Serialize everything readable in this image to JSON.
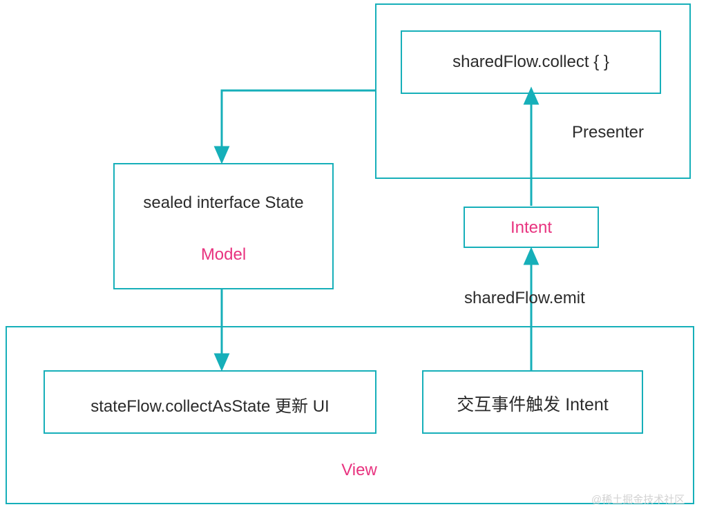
{
  "diagram": {
    "colors": {
      "stroke": "#16afb9",
      "text": "#2b2b2b",
      "accent": "#e8337f",
      "watermark": "#d2d2d2"
    },
    "boxes": {
      "presenter_container": {
        "label": "Presenter"
      },
      "shared_flow_collect": {
        "label": "sharedFlow.collect {  }"
      },
      "model_box": {
        "label": "sealed interface State",
        "sub_label": "Model"
      },
      "intent_box": {
        "label": "Intent"
      },
      "view_container": {
        "label": "View"
      },
      "state_flow_collect": {
        "label": "stateFlow.collectAsState 更新 UI"
      },
      "interaction_box": {
        "label": "交互事件触发 Intent"
      }
    },
    "edge_labels": {
      "shared_flow_emit": "sharedFlow.emit"
    },
    "watermark": "@稀土掘金技术社区"
  }
}
